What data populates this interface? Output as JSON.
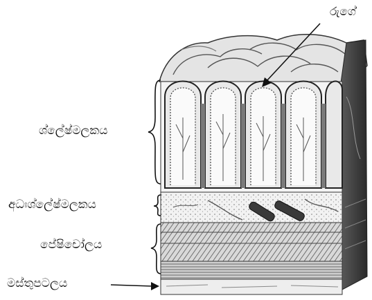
{
  "labels": {
    "rugae": "රුගේ",
    "mucosa": "ශ්ලේෂ්මලකය",
    "submucosa": "අධඃශ්ලේෂ්මලකය",
    "muscularis": "පේෂිචෝලය",
    "serosa": "මස්තුපටලය"
  }
}
